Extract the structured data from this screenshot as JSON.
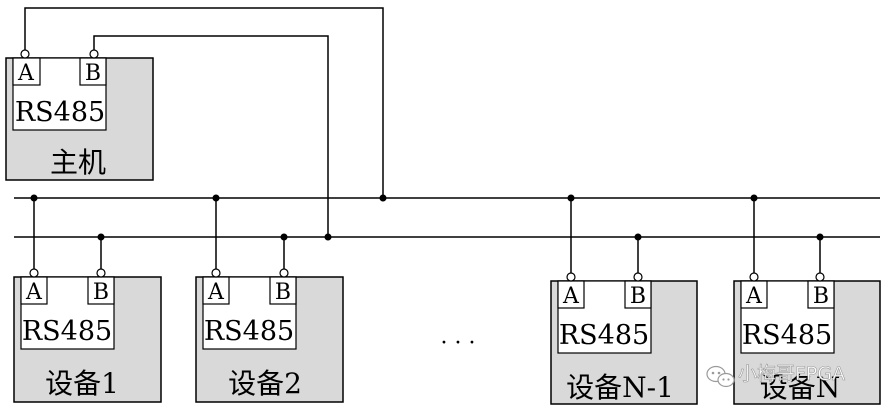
{
  "host": {
    "label": "主机",
    "chip": "RS485",
    "pin_a": "A",
    "pin_b": "B"
  },
  "devices": [
    {
      "label": "设备1",
      "chip": "RS485",
      "pin_a": "A",
      "pin_b": "B"
    },
    {
      "label": "设备2",
      "chip": "RS485",
      "pin_a": "A",
      "pin_b": "B"
    },
    {
      "label": "设备N-1",
      "chip": "RS485",
      "pin_a": "A",
      "pin_b": "B"
    },
    {
      "label": "设备N",
      "chip": "RS485",
      "pin_a": "A",
      "pin_b": "B"
    }
  ],
  "ellipsis": "· · ·",
  "watermark": {
    "text": "小梅哥FPGA",
    "icon": "wechat-icon"
  }
}
